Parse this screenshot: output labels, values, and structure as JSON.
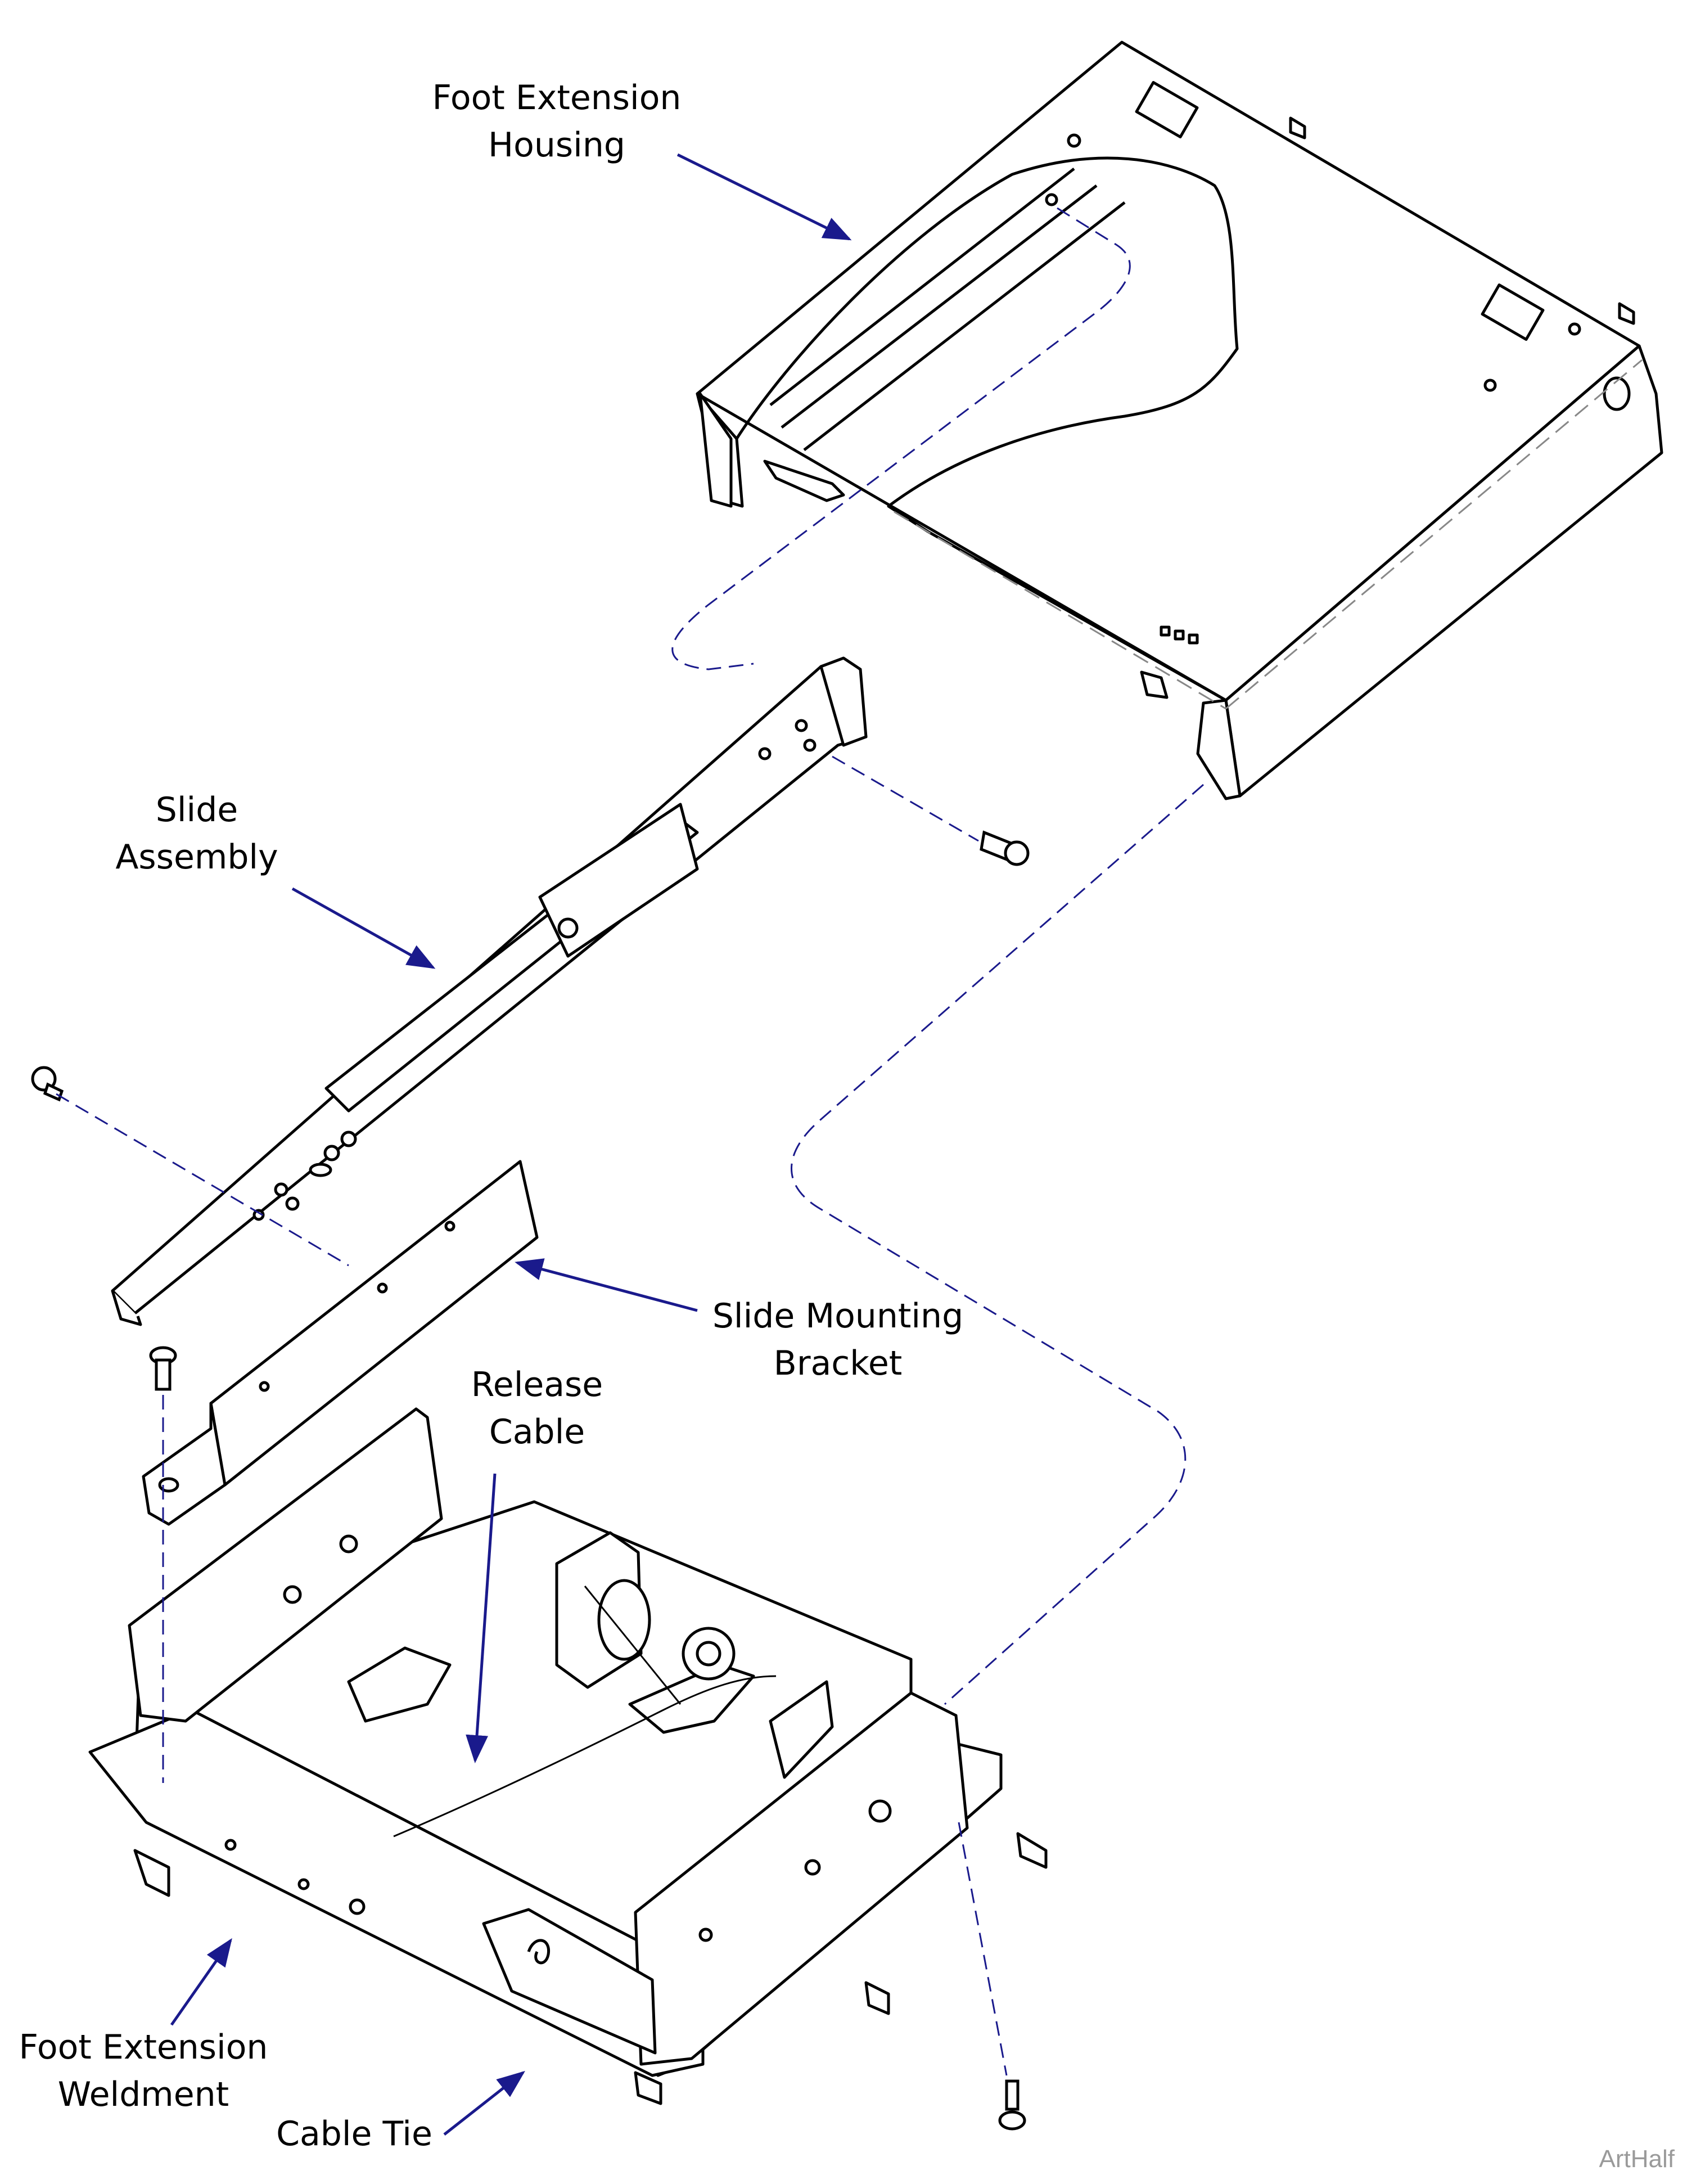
{
  "colors": {
    "arrow": "#1a1a8c",
    "dashed_line": "#1a1a8c",
    "outline": "#000000",
    "watermark": "#9a9a9a"
  },
  "labels": {
    "foot_extension_housing": [
      "Foot Extension",
      "Housing"
    ],
    "slide_assembly": [
      "Slide",
      "Assembly"
    ],
    "slide_mounting_bracket": [
      "Slide Mounting",
      "Bracket"
    ],
    "release_cable": [
      "Release",
      "Cable"
    ],
    "foot_extension_weldment": [
      "Foot Extension",
      "Weldment"
    ],
    "cable_tie": "Cable Tie"
  },
  "watermark": "ArtHalf"
}
